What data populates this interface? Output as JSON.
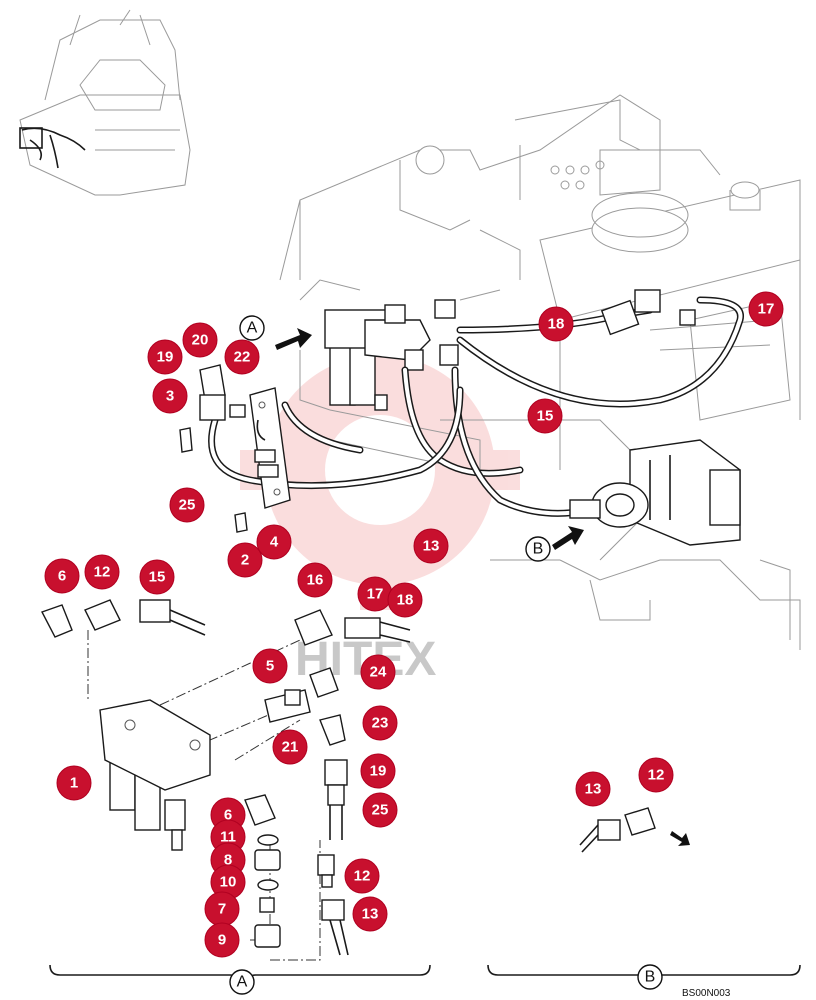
{
  "callouts": [
    {
      "label": "20"
    },
    {
      "label": "19"
    },
    {
      "label": "22"
    },
    {
      "label": "3"
    },
    {
      "label": "25"
    },
    {
      "label": "2"
    },
    {
      "label": "4"
    },
    {
      "label": "18"
    },
    {
      "label": "17"
    },
    {
      "label": "15"
    },
    {
      "label": "13"
    },
    {
      "label": "6"
    },
    {
      "label": "12"
    },
    {
      "label": "15"
    },
    {
      "label": "16"
    },
    {
      "label": "17"
    },
    {
      "label": "18"
    },
    {
      "label": "5"
    },
    {
      "label": "24"
    },
    {
      "label": "21"
    },
    {
      "label": "23"
    },
    {
      "label": "1"
    },
    {
      "label": "19"
    },
    {
      "label": "6"
    },
    {
      "label": "25"
    },
    {
      "label": "11"
    },
    {
      "label": "8"
    },
    {
      "label": "10"
    },
    {
      "label": "12"
    },
    {
      "label": "7"
    },
    {
      "label": "13"
    },
    {
      "label": "9"
    },
    {
      "label": "13"
    },
    {
      "label": "12"
    }
  ],
  "view_markers": [
    {
      "label": "A"
    },
    {
      "label": "B"
    },
    {
      "label": "A"
    },
    {
      "label": "B"
    }
  ],
  "watermark": "HITEX",
  "drawing_code": "BS00N003",
  "colors": {
    "callout": "#c8102e",
    "watermark": "#f2c0c0"
  }
}
